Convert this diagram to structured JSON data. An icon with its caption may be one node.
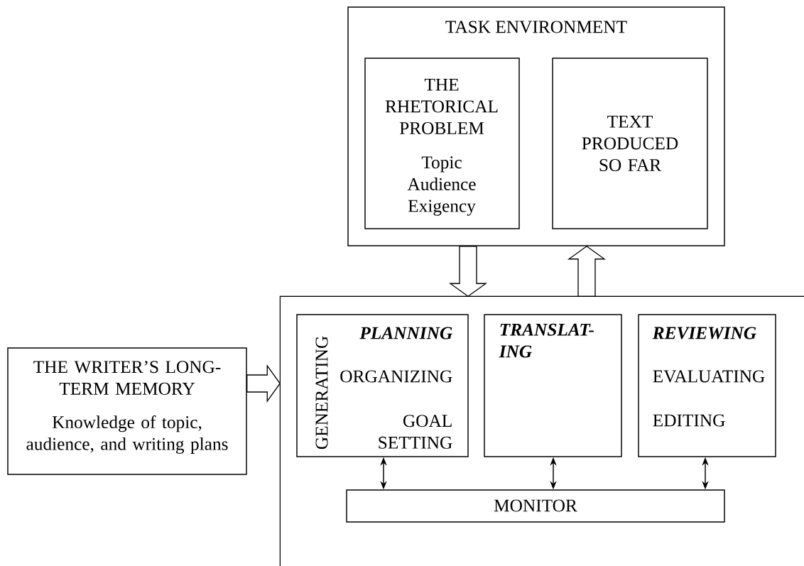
{
  "diagram": {
    "nodes": [
      {
        "text": [
          "TASK ENVIRONMENT"
        ]
      },
      {
        "text": [
          "THE RHETORICAL PROBLEM",
          "Topic Audience Exigency"
        ],
        "in": 0
      },
      {
        "text": [
          "TEXT PRODUCED SO FAR"
        ],
        "in": 0
      },
      {
        "text": [],
        "shape": "box"
      },
      {
        "text": [
          "THE WRITER’S LONG-TERM MEMORY",
          "Knowledge of topic, audience, and writing plans"
        ]
      },
      {
        "text": [
          "PLANNING",
          "GENERATING",
          "ORGANIZING",
          "GOAL SETTING"
        ],
        "in": 3
      },
      {
        "text": [
          "TRANSLAT-ING"
        ],
        "in": 3
      },
      {
        "text": [
          "REVIEWING",
          "EVALUATING",
          "EDITING"
        ],
        "in": 3
      },
      {
        "text": [
          "MONITOR"
        ],
        "in": 3
      }
    ],
    "edges": [
      {
        "from": 0,
        "to": 3,
        "arrow": "to",
        "style": "thick"
      },
      {
        "from": 3,
        "to": 0,
        "arrow": "to",
        "style": "thick"
      },
      {
        "from": 4,
        "to": 3,
        "arrow": "to",
        "style": "thick"
      },
      {
        "from": 5,
        "to": 8,
        "arrow": "both"
      },
      {
        "from": 6,
        "to": 8,
        "arrow": "both"
      },
      {
        "from": 7,
        "to": 8,
        "arrow": "both"
      }
    ]
  }
}
